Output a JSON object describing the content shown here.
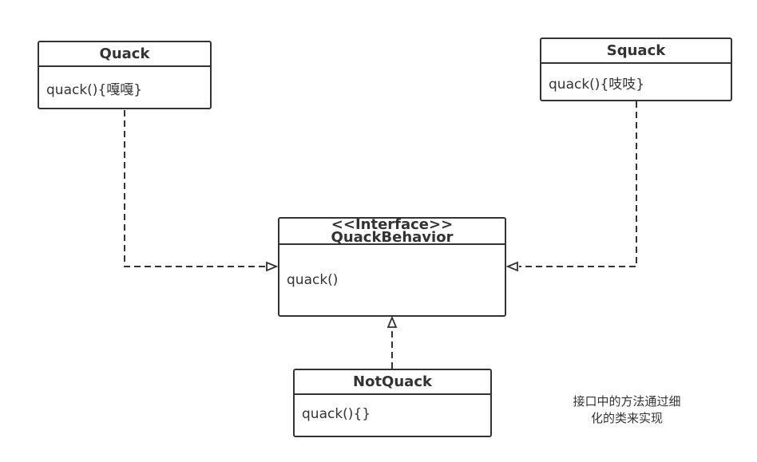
{
  "diagram": {
    "classes": {
      "quack": {
        "name": "Quack",
        "method": "quack(){嘎嘎}"
      },
      "squack": {
        "name": "Squack",
        "method": "quack(){吱吱}"
      },
      "quack_behavior": {
        "stereotype": "<<Interface>>",
        "name": "QuackBehavior",
        "method": "quack()"
      },
      "not_quack": {
        "name": "NotQuack",
        "method": "quack(){}"
      }
    },
    "note": {
      "line1": "接口中的方法通过细",
      "line2": "化的类来实现"
    },
    "relations": [
      {
        "from": "Quack",
        "to": "QuackBehavior",
        "type": "realization"
      },
      {
        "from": "Squack",
        "to": "QuackBehavior",
        "type": "realization"
      },
      {
        "from": "NotQuack",
        "to": "QuackBehavior",
        "type": "realization"
      }
    ],
    "colors": {
      "stroke": "#333333",
      "text": "#333333",
      "background": "#ffffff"
    }
  }
}
